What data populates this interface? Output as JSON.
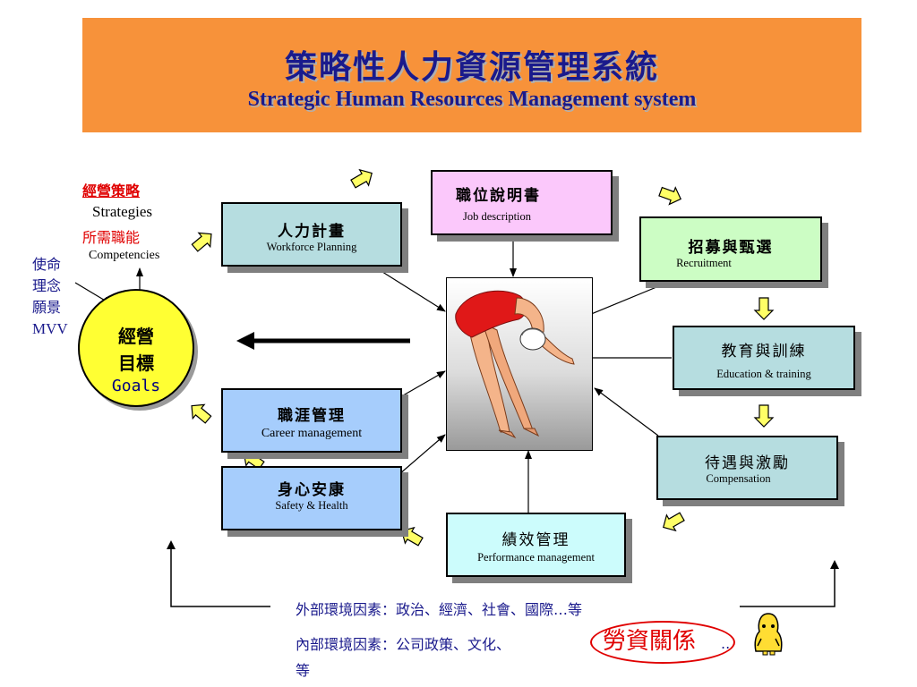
{
  "title": {
    "zh": "策略性人力資源管理系統",
    "en": "Strategic Human Resources Management system"
  },
  "left_notes": {
    "strategy_zh": "經營策略",
    "strategy_en": "Strategies",
    "competency_zh": "所需職能",
    "competency_en": "Competencies",
    "mission_lines": [
      "使命",
      "理念",
      "願景",
      "MVV"
    ]
  },
  "goal": {
    "line1": "經營",
    "line2": "目標",
    "en": "Goals"
  },
  "boxes": {
    "workforce": {
      "zh": "人力計畫",
      "en": "Workforce Planning"
    },
    "job": {
      "zh": "職位說明書",
      "en": "Job description"
    },
    "recruit": {
      "zh": "招募與甄選",
      "en": "Recruitment"
    },
    "education": {
      "zh": "教育與訓練",
      "en": "Education & training"
    },
    "compensation": {
      "zh": "待遇與激勵",
      "en": "Compensation"
    },
    "performance": {
      "zh": "績效管理",
      "en": "Performance management"
    },
    "career": {
      "zh": "職涯管理",
      "en": "Career management"
    },
    "safety": {
      "zh": "身心安康",
      "en": "Safety & Health"
    }
  },
  "environment": {
    "external": "外部環境因素：政治、經濟、社會、國際…等",
    "internal": "內部環境因素：公司政策、文化、",
    "internal_end": "等",
    "highlight": "勞資關係",
    "highlight_tail": ".."
  },
  "colors": {
    "banner": "#f7923a",
    "title_text": "#1a1a8c",
    "goal_fill": "#ffff33",
    "red_text": "#e00000",
    "blue_text": "#1a1a8c"
  }
}
